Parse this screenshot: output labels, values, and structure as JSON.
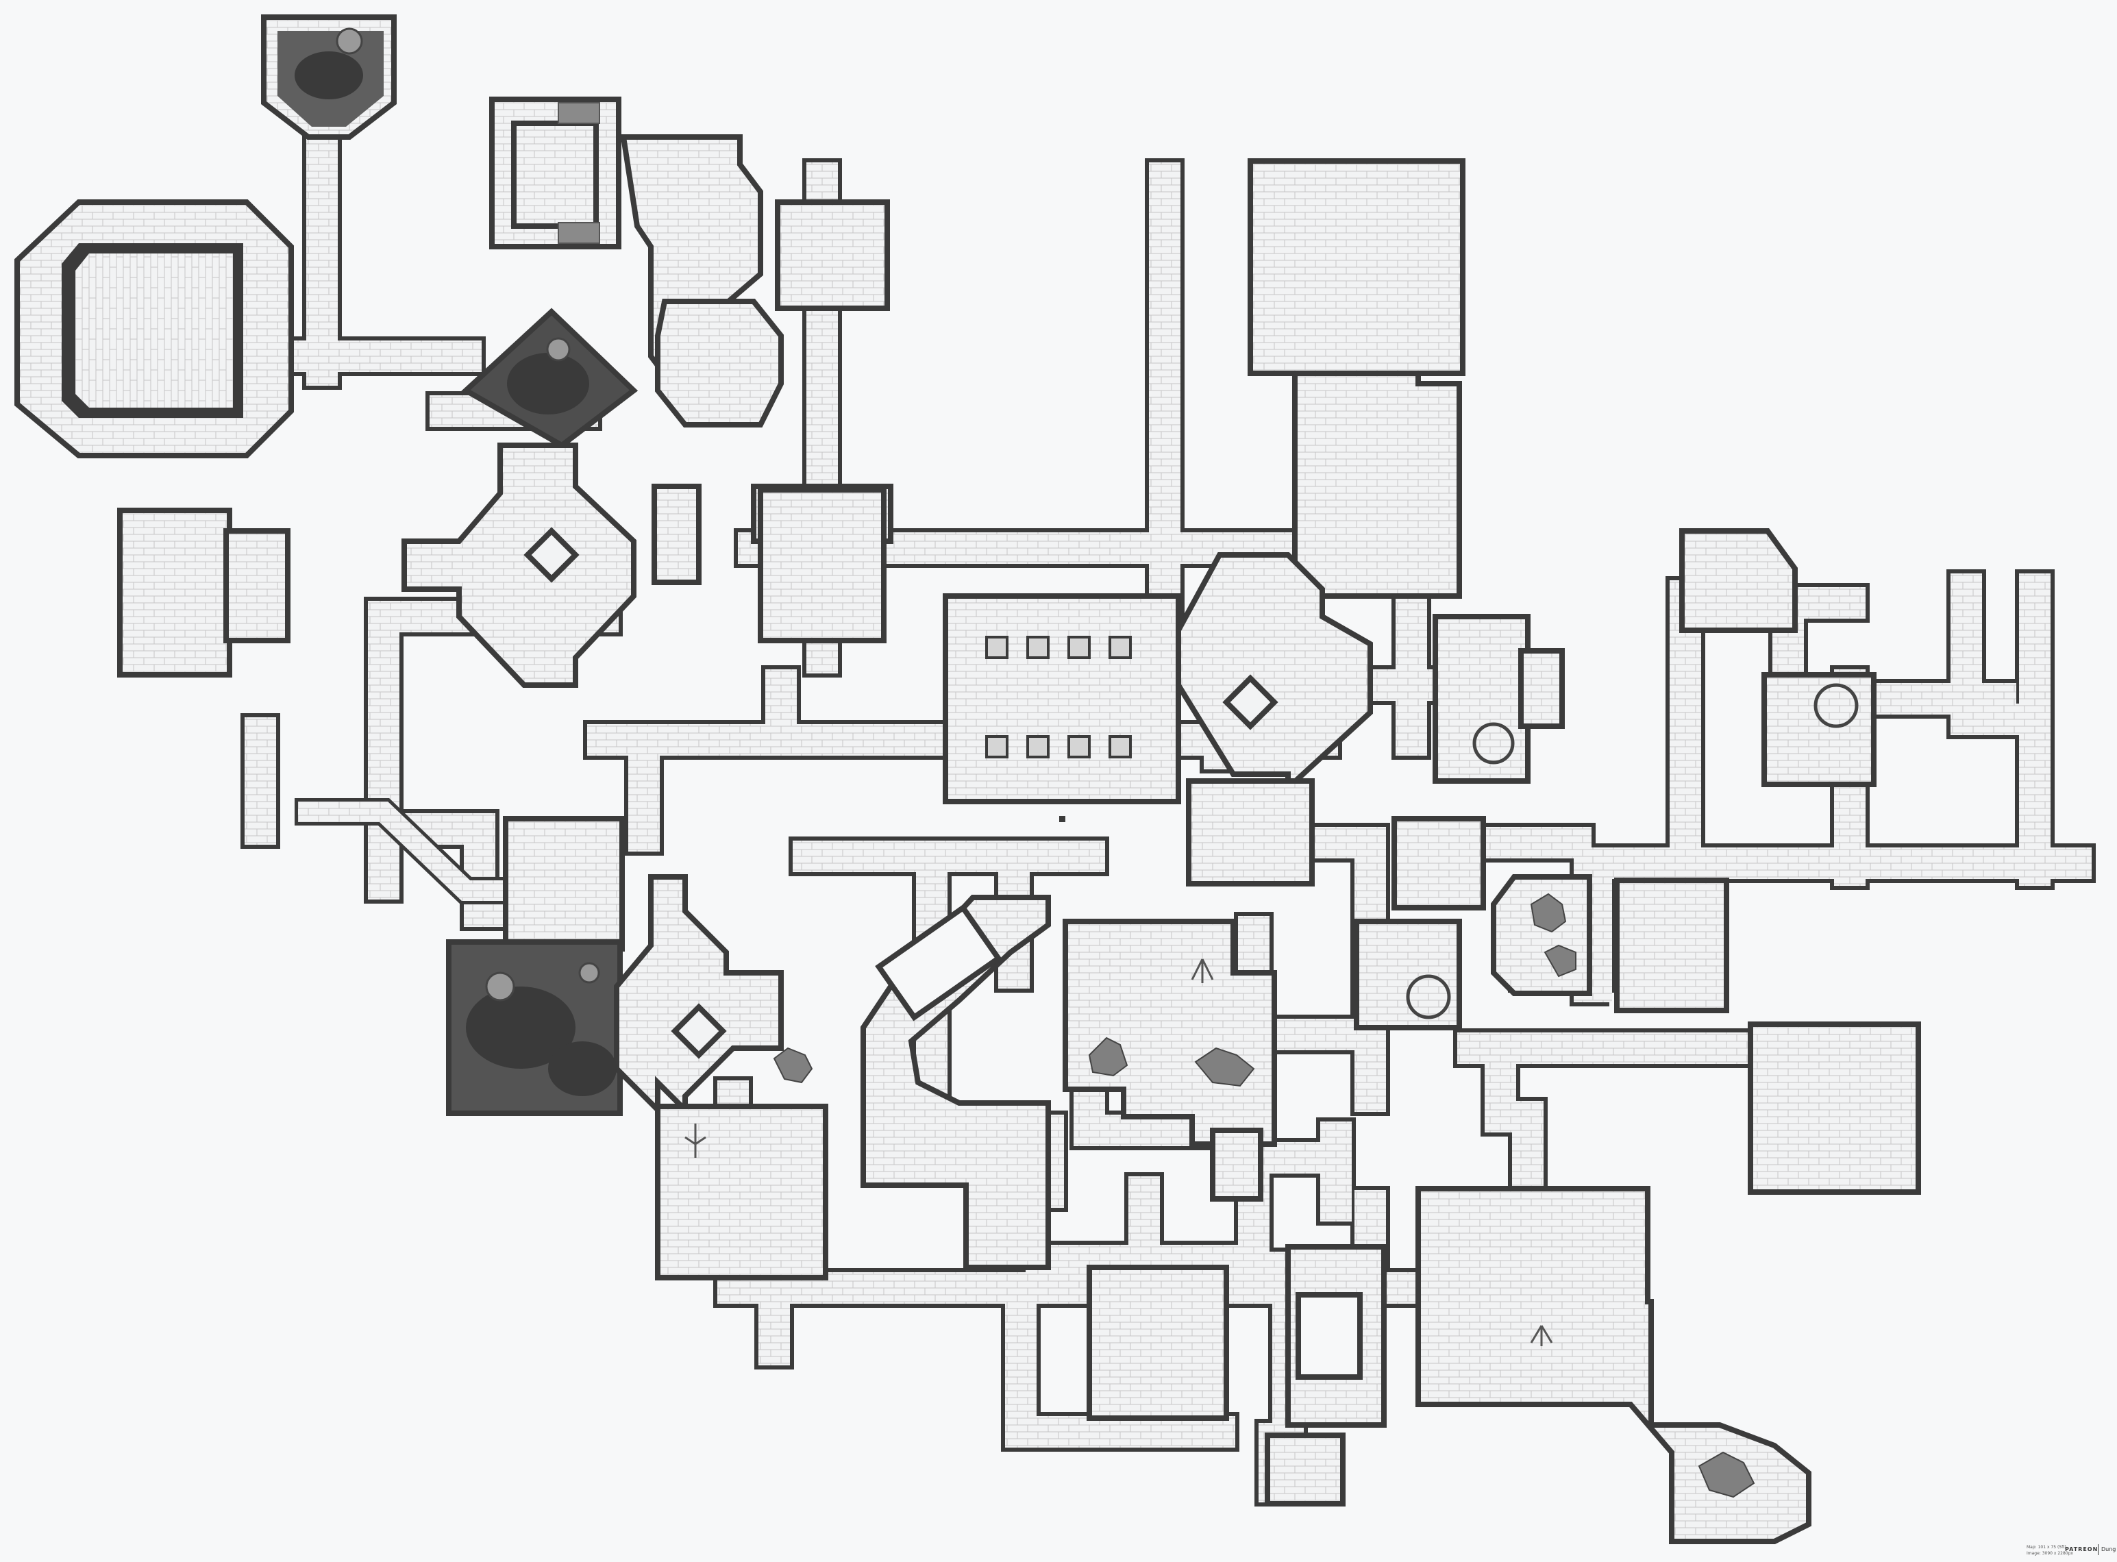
{
  "map": {
    "title": "",
    "style": "greyscale dungeon battlemap, stone-tile corridors and rooms",
    "colors": {
      "background": "#f7f8f9",
      "floor": "#f1f2f3",
      "tile_line": "#c4c4c4",
      "wall": "#3b3b3b",
      "water": "#5c5c5c",
      "rubble": "#7a7a7a"
    },
    "icons": [
      "cave-pool",
      "stairs",
      "pillar",
      "rubble",
      "bones",
      "plants",
      "chest",
      "barrel",
      "rock-pile"
    ]
  },
  "footer": {
    "map_meta_line1": "Map: 101 x 75 (5ft)",
    "map_meta_line2": "Image: 3090 x 2280px",
    "brand": "PATREON",
    "channel": "DungeonChannel"
  }
}
